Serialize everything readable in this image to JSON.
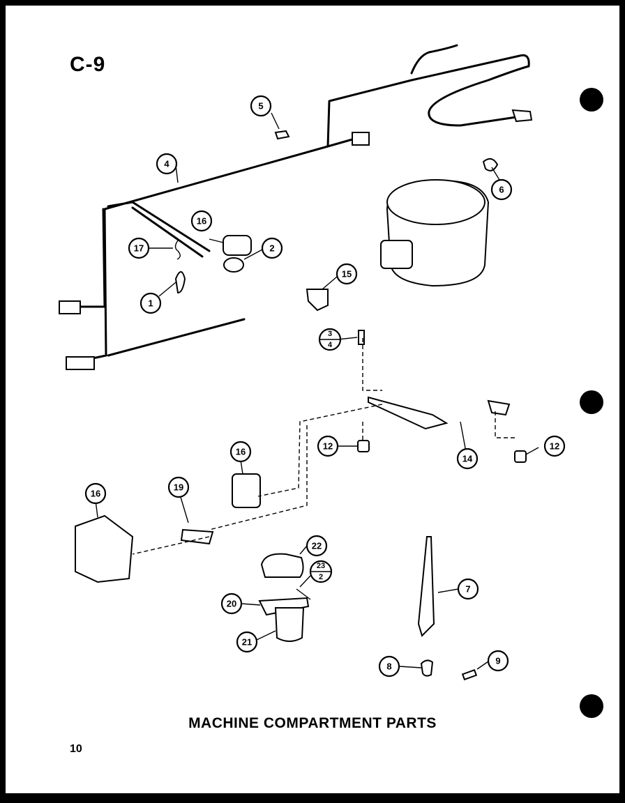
{
  "page_code": "C-9",
  "title": "MACHINE COMPARTMENT PARTS",
  "page_number": "10",
  "callouts": {
    "c1": "1",
    "c2": "2",
    "c3_top": "3",
    "c3_bottom": "4",
    "c4": "4",
    "c5": "5",
    "c6": "6",
    "c7": "7",
    "c8": "8",
    "c9": "9",
    "c12a": "12",
    "c12b": "12",
    "c14": "14",
    "c15": "15",
    "c16a": "16",
    "c16b": "16",
    "c16c": "16",
    "c17": "17",
    "c19": "19",
    "c20": "20",
    "c21": "21",
    "c22": "22",
    "c23_top": "23",
    "c23_bottom": "2"
  }
}
